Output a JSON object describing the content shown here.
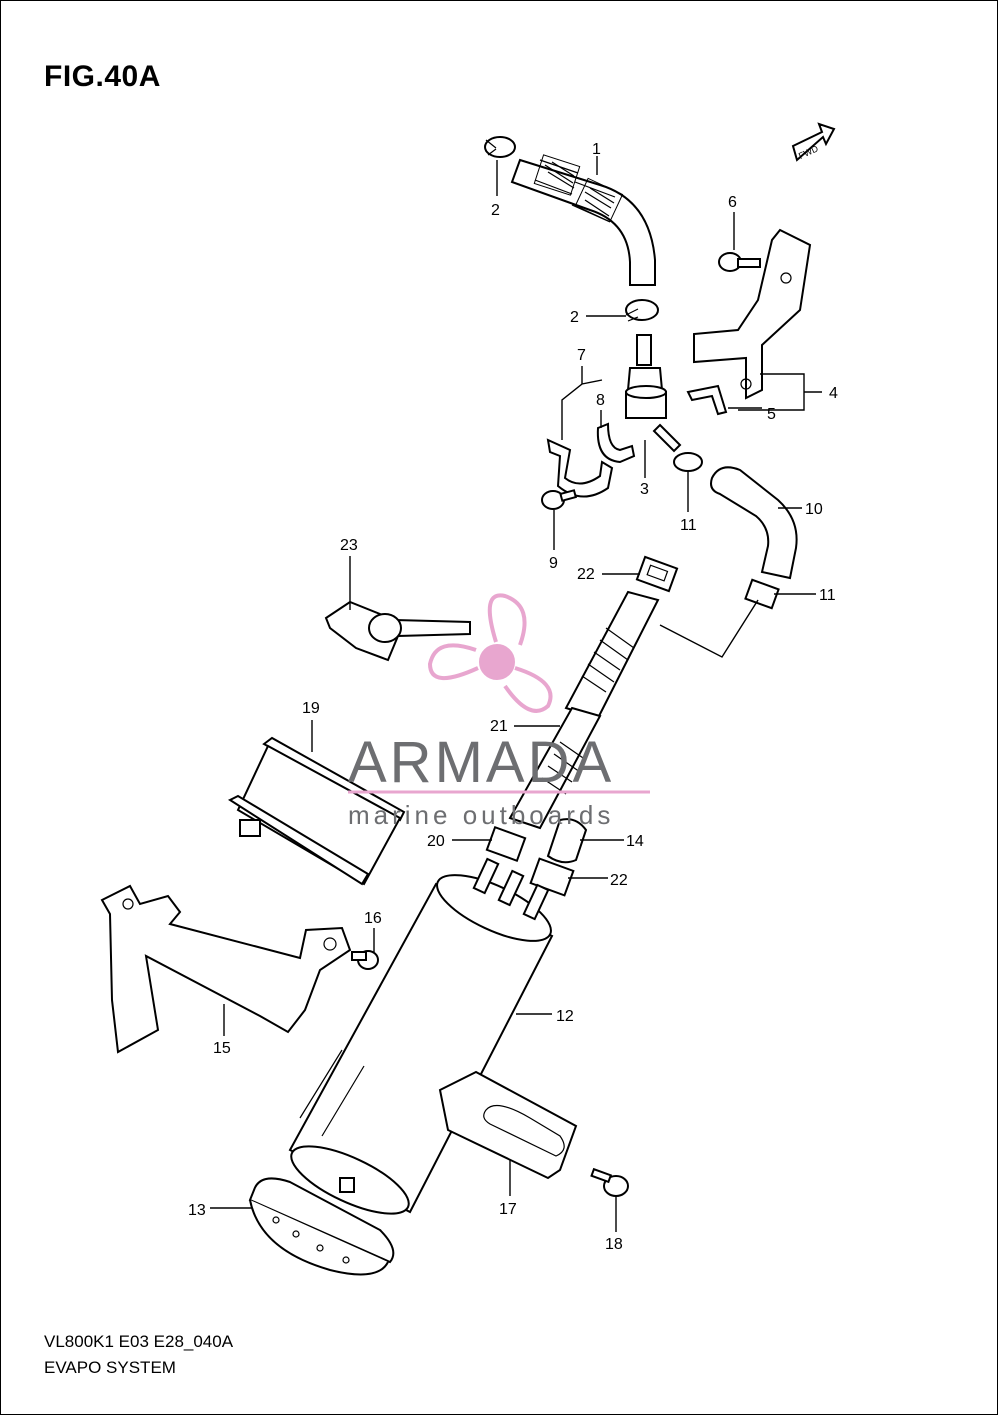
{
  "figure": {
    "title": "FIG.40A",
    "diagram_code": "VL800K1 E03 E28_040A",
    "section_name": "EVAPO SYSTEM",
    "direction_label": "FWD"
  },
  "watermark": {
    "brand": "ARMADA",
    "tagline": "marine outboards",
    "color": "#e8a6cf"
  },
  "callouts": [
    "1",
    "2",
    "2",
    "3",
    "4",
    "5",
    "6",
    "7",
    "8",
    "9",
    "10",
    "11",
    "11",
    "12",
    "13",
    "14",
    "15",
    "16",
    "17",
    "18",
    "19",
    "20",
    "21",
    "22",
    "22",
    "23"
  ]
}
